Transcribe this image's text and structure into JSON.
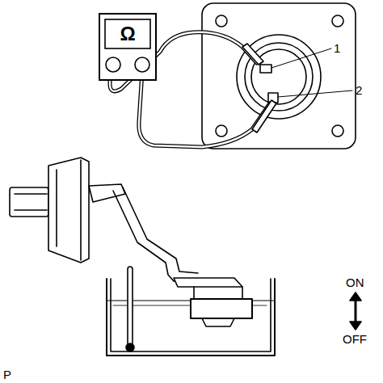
{
  "diagram": {
    "nodes": [
      {
        "text": [
          "Ω"
        ]
      }
    ],
    "labels": [
      "1",
      "2",
      "ON",
      "OFF",
      "P"
    ]
  }
}
